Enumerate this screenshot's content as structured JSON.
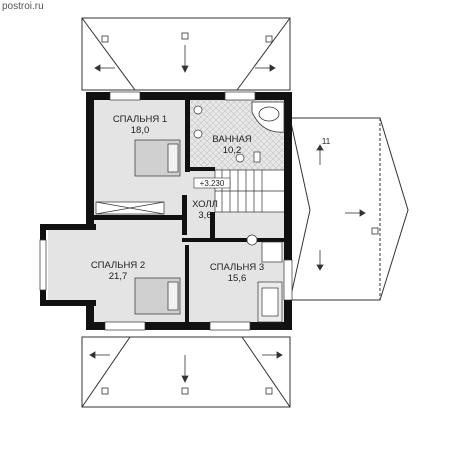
{
  "watermark": "postroi.ru",
  "level_mark": "+3.230",
  "roof_mark": "11",
  "rooms": [
    {
      "name": "СПАЛЬНЯ 1",
      "area": "18,0"
    },
    {
      "name": "ВАННАЯ",
      "area": "10,2"
    },
    {
      "name": "ХОЛЛ",
      "area": "3,6"
    },
    {
      "name": "СПАЛЬНЯ 2",
      "area": "21,7"
    },
    {
      "name": "СПАЛЬНЯ 3",
      "area": "15,6"
    }
  ],
  "colors": {
    "wall": "#111111",
    "floor": "#e4e4e4",
    "tile": "#cfcfcf",
    "line": "#333333"
  }
}
